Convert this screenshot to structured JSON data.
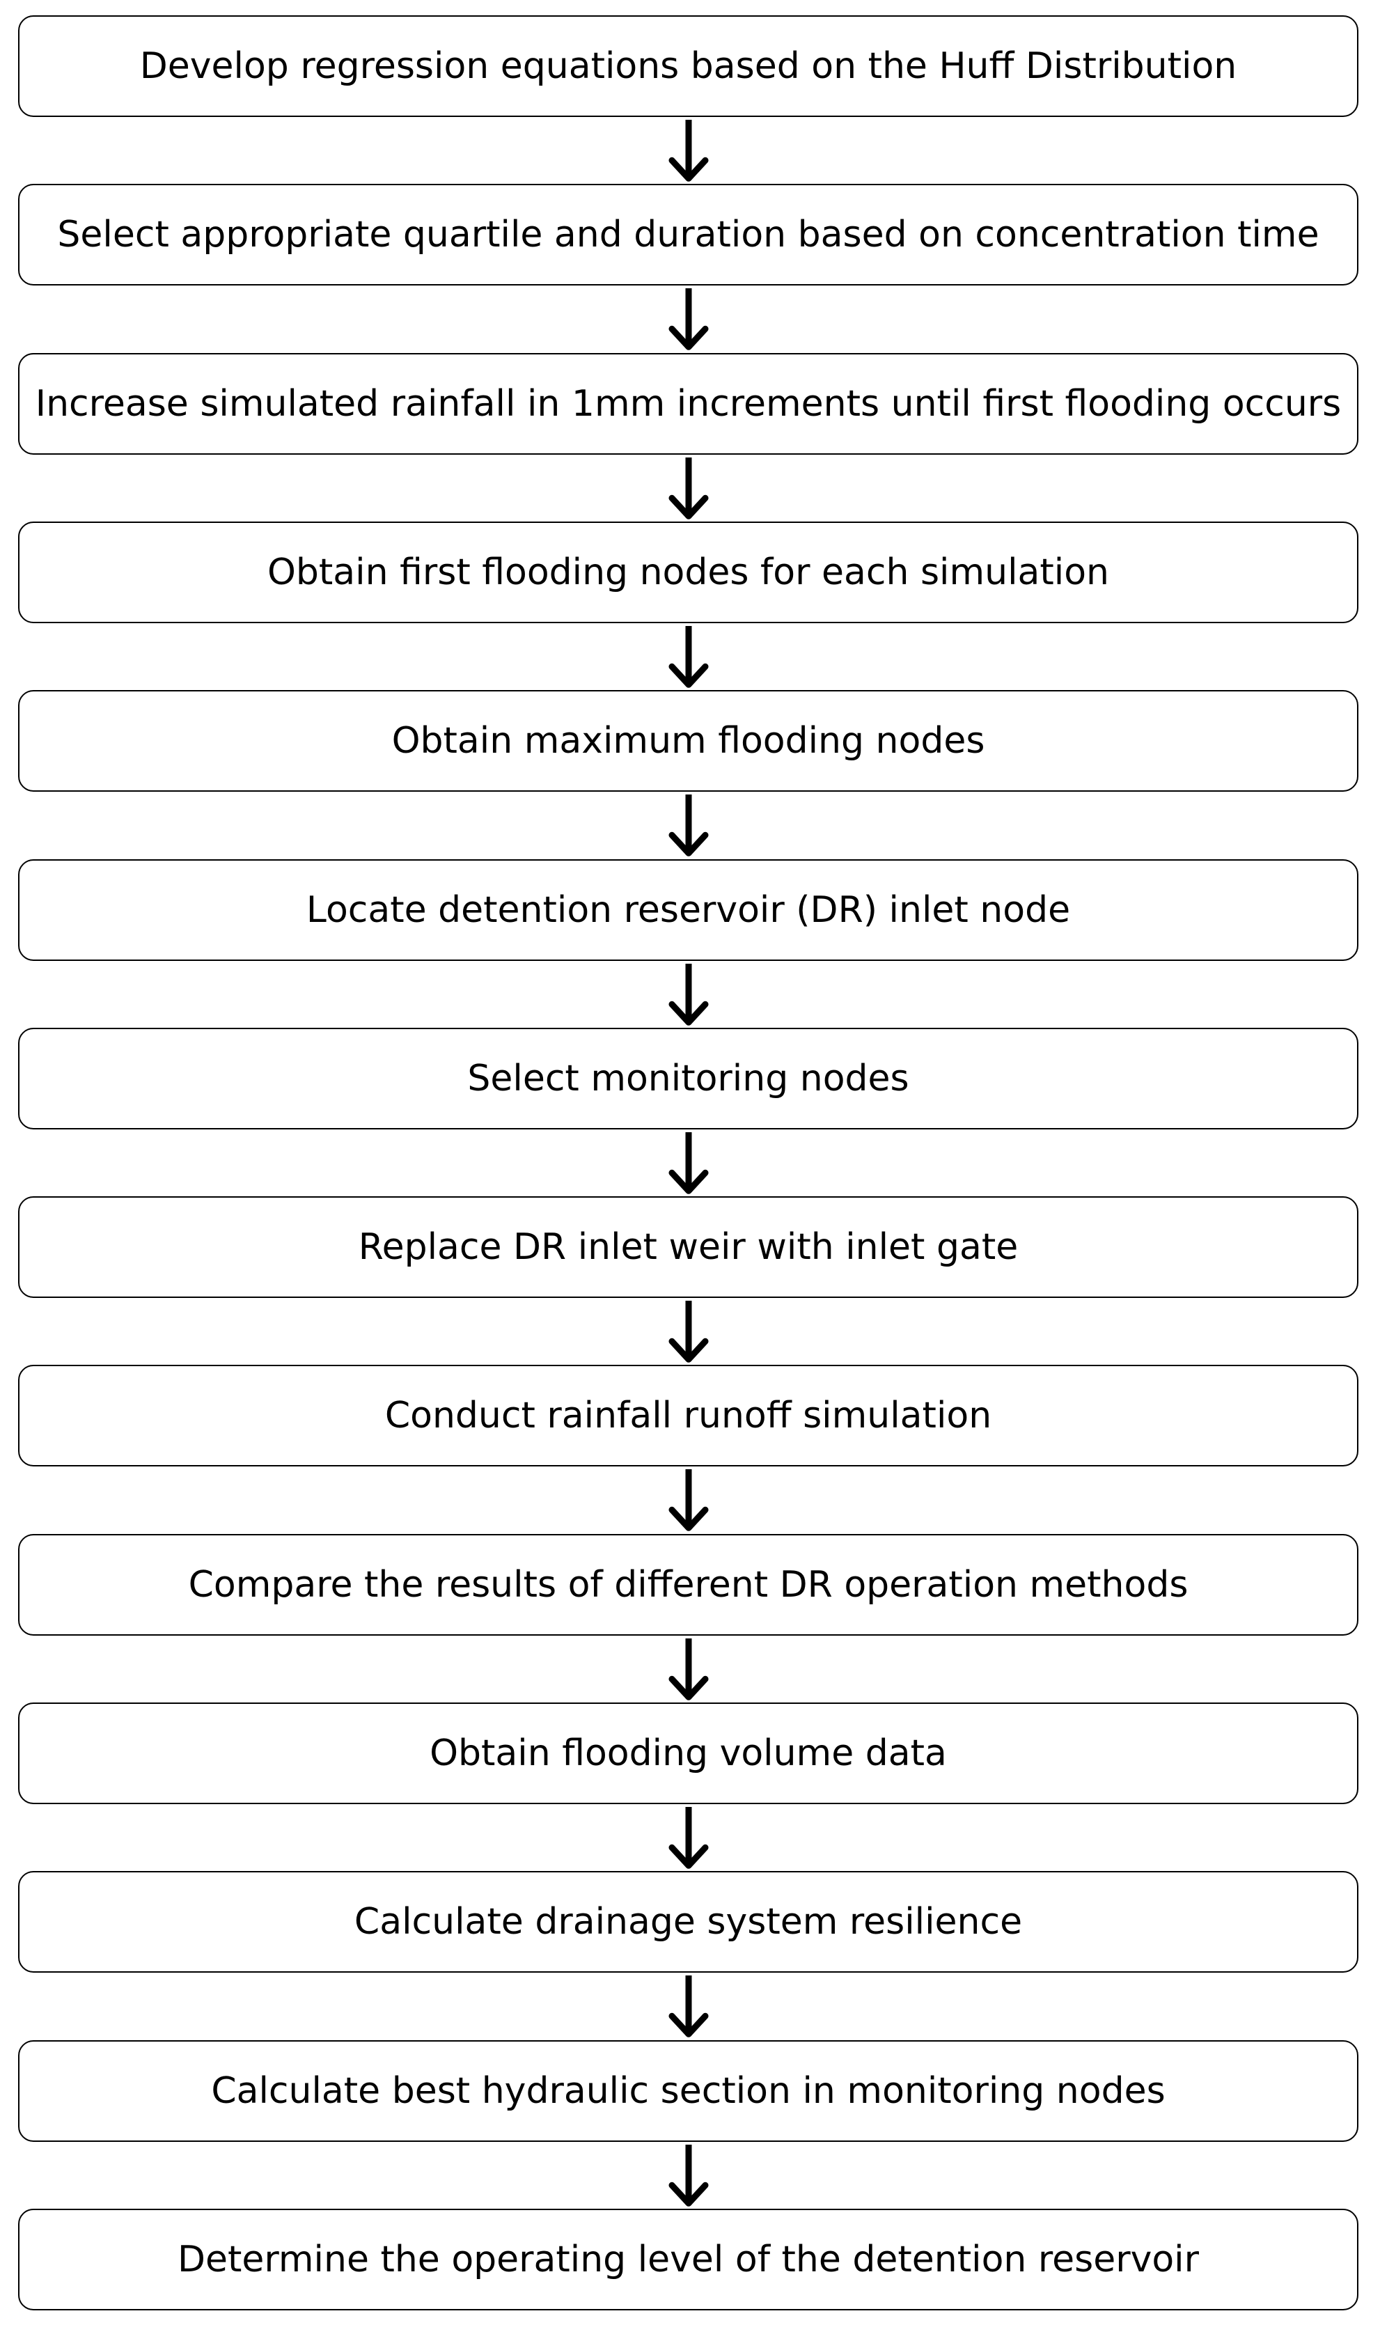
{
  "steps": [
    {
      "label": "Develop regression equations based on the Huff Distribution"
    },
    {
      "label": "Select appropriate quartile and duration based on concentration time"
    },
    {
      "label": "Increase simulated rainfall in 1mm increments until first flooding occurs"
    },
    {
      "label": "Obtain first flooding nodes for each simulation"
    },
    {
      "label": "Obtain maximum flooding nodes"
    },
    {
      "label": "Locate detention reservoir (DR) inlet node"
    },
    {
      "label": "Select monitoring nodes"
    },
    {
      "label": "Replace DR inlet weir with inlet gate"
    },
    {
      "label": "Conduct rainfall runoff simulation"
    },
    {
      "label": "Compare the results of different DR operation methods"
    },
    {
      "label": "Obtain flooding volume data"
    },
    {
      "label": "Calculate drainage system resilience"
    },
    {
      "label": "Calculate best hydraulic section in monitoring nodes"
    },
    {
      "label": "Determine the operating level of the detention reservoir"
    }
  ]
}
